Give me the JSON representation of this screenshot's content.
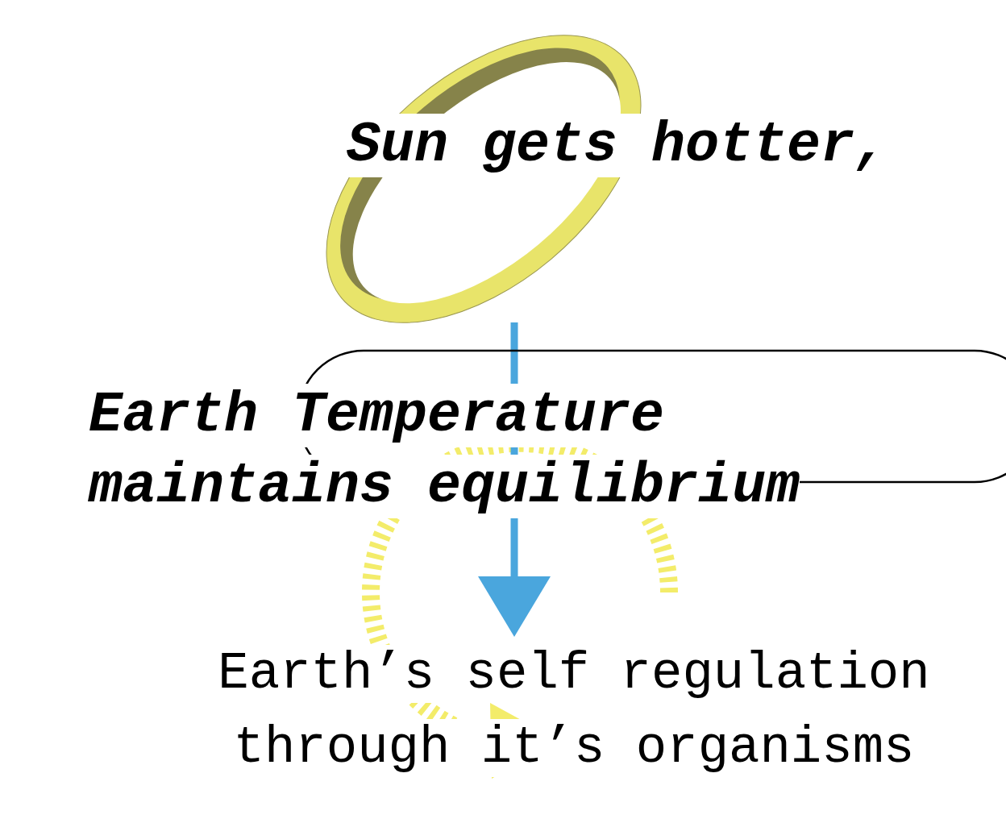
{
  "diagram": {
    "nodes": [
      {
        "text": [
          "Sun gets hotter,"
        ]
      },
      {
        "text": [
          "Earth Temperature maintains equilibrium"
        ]
      },
      {
        "text": [
          "Earth’s self regulation through it’s organisms"
        ]
      }
    ],
    "edges": [
      {
        "from": 0,
        "to": 2,
        "arrow": "to"
      }
    ]
  }
}
